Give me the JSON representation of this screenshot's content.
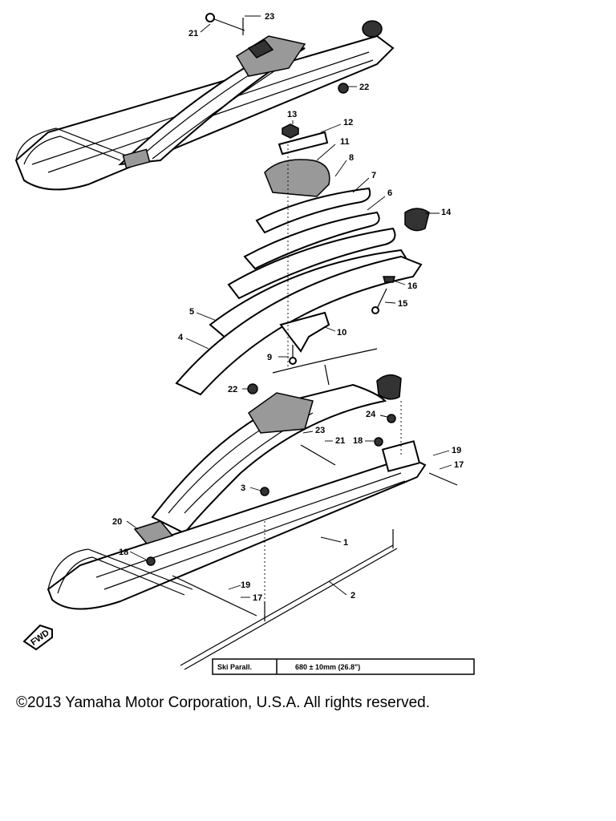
{
  "callouts": [
    {
      "id": "c23a",
      "text": "23"
    },
    {
      "id": "c21a",
      "text": "21"
    },
    {
      "id": "c22a",
      "text": "22"
    },
    {
      "id": "c13",
      "text": "13"
    },
    {
      "id": "c12",
      "text": "12"
    },
    {
      "id": "c11",
      "text": "11"
    },
    {
      "id": "c8",
      "text": "8"
    },
    {
      "id": "c7",
      "text": "7"
    },
    {
      "id": "c6",
      "text": "6"
    },
    {
      "id": "c14",
      "text": "14"
    },
    {
      "id": "c16",
      "text": "16"
    },
    {
      "id": "c15",
      "text": "15"
    },
    {
      "id": "c5",
      "text": "5"
    },
    {
      "id": "c4",
      "text": "4"
    },
    {
      "id": "c10",
      "text": "10"
    },
    {
      "id": "c9",
      "text": "9"
    },
    {
      "id": "c22b",
      "text": "22"
    },
    {
      "id": "c24",
      "text": "24"
    },
    {
      "id": "c23b",
      "text": "23"
    },
    {
      "id": "c21b",
      "text": "21"
    },
    {
      "id": "c18a",
      "text": "18"
    },
    {
      "id": "c19a",
      "text": "19"
    },
    {
      "id": "c17a",
      "text": "17"
    },
    {
      "id": "c3",
      "text": "3"
    },
    {
      "id": "c20",
      "text": "20"
    },
    {
      "id": "c1",
      "text": "1"
    },
    {
      "id": "c18b",
      "text": "18"
    },
    {
      "id": "c19b",
      "text": "19"
    },
    {
      "id": "c17b",
      "text": "17"
    },
    {
      "id": "c2",
      "text": "2"
    }
  ],
  "fwd_label": "FWD",
  "spec": {
    "label": "Ski Parall.",
    "value": "680 ± 10mm (26.8\")"
  },
  "copyright": "©2013 Yamaha Motor Corporation, U.S.A. All rights reserved."
}
